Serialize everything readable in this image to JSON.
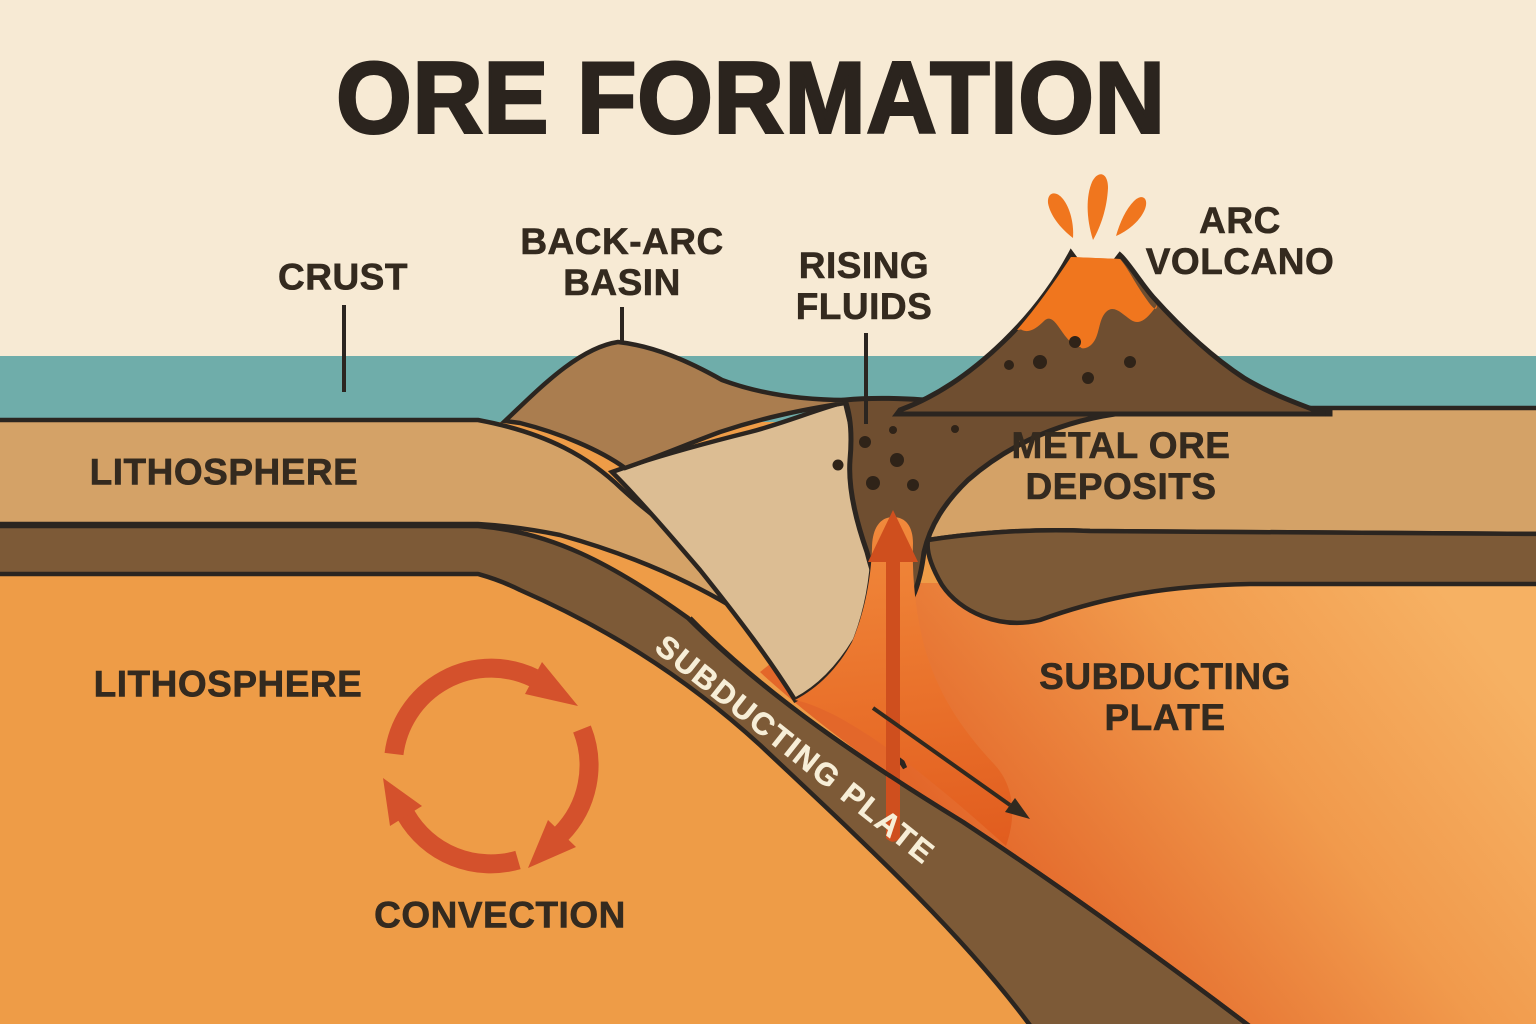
{
  "title": "ORE FORMATION",
  "labels": {
    "crust": "CRUST",
    "back_arc_basin": {
      "line1": "BACK-ARC",
      "line2": "BASIN"
    },
    "rising_fluids": {
      "line1": "RISING",
      "line2": "FLUIDS"
    },
    "arc_volcano": {
      "line1": "ARC",
      "line2": "VOLCANO"
    },
    "metal_ore_deposits": {
      "line1": "METAL ORE",
      "line2": "DEPOSITS"
    },
    "lithosphere_upper": "LITHOSPHERE",
    "lithosphere_lower": "LITHOSPHERE",
    "convection": "CONVECTION",
    "subducting_plate_diagonal": "SUBDUCTING PLATE",
    "subducting_plate_right": {
      "line1": "SUBDUCTING",
      "line2": "PLATE"
    }
  },
  "icons": [
    "volcano-icon",
    "lava-eruption-icon",
    "rising-fluids-plume-icon",
    "up-arrow-icon",
    "convection-cycle-arrows-icon",
    "subduction-direction-arrow-icon",
    "ore-dots-icon"
  ],
  "colors": {
    "sky": "#f7ead4",
    "ocean": "#6fadaa",
    "mantle_orange": "#ee9c47",
    "mantle_wedge_light": "#f6b163",
    "mantle_wedge_dark": "#e3672a",
    "plate_tan": "#d4a267",
    "forearc_pale_tan": "#dcbd93",
    "slab_brown": "#7d5a37",
    "hill_brown": "#aa7d4f",
    "volcano_brown": "#6f4e30",
    "lava_orange": "#f0761e",
    "plume_orange_top": "#f18b3d",
    "plume_orange_bottom": "#e05a1d",
    "plume_arrow": "#cf4f1e",
    "convection_red": "#d4512c",
    "outline_dark": "#2b2520",
    "text_dark": "#342a1f",
    "text_cream": "#f7eed7"
  }
}
